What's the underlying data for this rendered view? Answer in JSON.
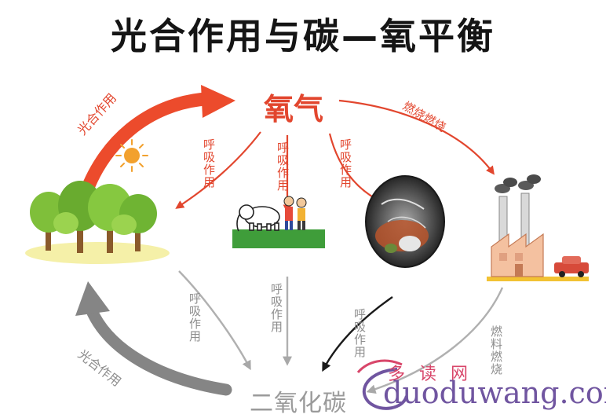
{
  "title": "光合作用与碳—氧平衡",
  "nodes": {
    "oxygen": "氧气",
    "carbon_dioxide": "二氧化碳"
  },
  "edges": {
    "photosynthesis_top": "光合作用",
    "respiration_tree_top": "呼吸作用",
    "respiration_animal_top": "呼吸作用",
    "respiration_decomposer_top": "呼吸作用",
    "consumption_top": "燃烧燃烧",
    "respiration_tree_bottom": "呼吸作用",
    "respiration_animal_bottom": "呼吸作用",
    "respiration_decomposer_bottom": "呼吸作用",
    "burning_bottom": "燃料燃烧",
    "photosynthesis_bottom": "光合作用"
  },
  "watermark": {
    "chars": "多读网",
    "url": "duoduwang.com"
  },
  "colors": {
    "oxygen_flow": "#e2462e",
    "co2_flow": "#8d8d8d",
    "title": "#151515"
  },
  "icons": [
    "sun-icon",
    "trees-icon",
    "elephant-icon",
    "people-icon",
    "decomposers-icon",
    "factory-icon",
    "car-icon"
  ]
}
